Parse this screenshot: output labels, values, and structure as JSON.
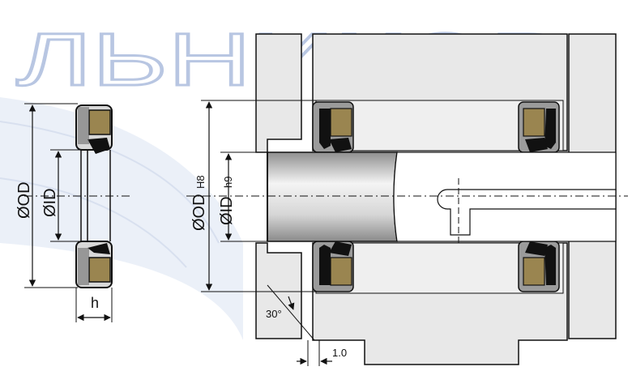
{
  "watermark": {
    "text": "ЛЬНИКОВ"
  },
  "dimensions": {
    "od": "ØOD",
    "id": "ØID",
    "width": "h",
    "od_bore": "ØOD",
    "od_bore_tol": "H8",
    "id_rod": "ØID",
    "id_rod_tol": "h9",
    "chamfer_angle": "30°",
    "chamfer_length": "1.0"
  },
  "colors": {
    "seal_fill": "#9a8550",
    "seal_dark": "#1a1a1a",
    "housing_fill": "#e8e8e8",
    "rod_light": "#f2f2f2",
    "rod_dark": "#9a9a9a",
    "watermark": "#c8d4ea"
  }
}
